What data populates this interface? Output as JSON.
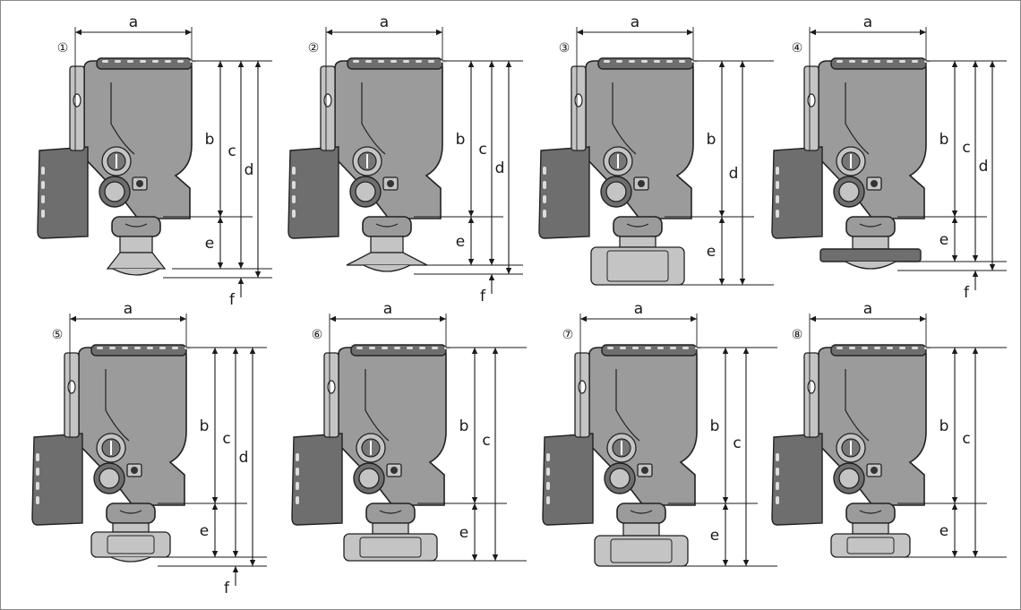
{
  "drawings": [
    {
      "number": "①",
      "process": "clamp-small",
      "labels": {
        "a": "a",
        "b": "b",
        "c": "c",
        "d": "d",
        "e": "e",
        "f": "f"
      }
    },
    {
      "number": "②",
      "process": "clamp-wide",
      "labels": {
        "a": "a",
        "b": "b",
        "c": "c",
        "d": "d",
        "e": "e",
        "f": "f"
      }
    },
    {
      "number": "③",
      "process": "nut-large",
      "labels": {
        "a": "a",
        "b": "b",
        "d": "d",
        "e": "e"
      }
    },
    {
      "number": "④",
      "process": "plate",
      "labels": {
        "a": "a",
        "b": "b",
        "c": "c",
        "d": "d",
        "e": "e",
        "f": "f"
      }
    },
    {
      "number": "⑤",
      "process": "nut-dome",
      "labels": {
        "a": "a",
        "b": "b",
        "c": "c",
        "d": "d",
        "e": "e",
        "f": "f"
      }
    },
    {
      "number": "⑥",
      "process": "nut-wide",
      "labels": {
        "a": "a",
        "b": "b",
        "c": "c",
        "e": "e"
      }
    },
    {
      "number": "⑦",
      "process": "nut-xl",
      "labels": {
        "a": "a",
        "b": "b",
        "c": "c",
        "e": "e"
      }
    },
    {
      "number": "⑧",
      "process": "nut-medium",
      "labels": {
        "a": "a",
        "b": "b",
        "c": "c",
        "e": "e"
      }
    }
  ]
}
